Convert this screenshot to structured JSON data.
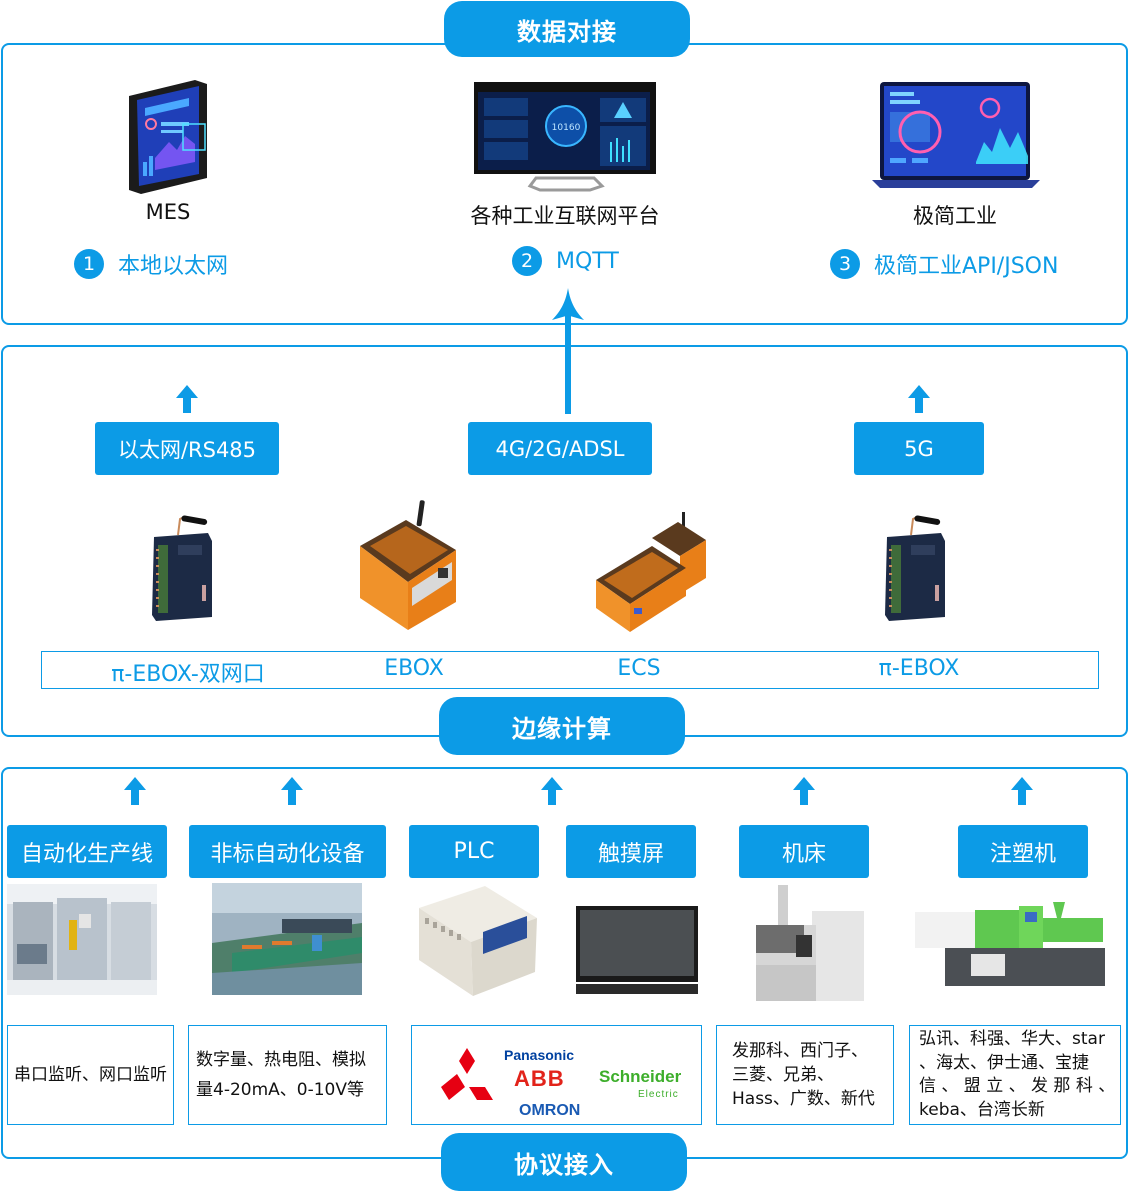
{
  "sections": {
    "top_title": "数据对接",
    "middle_title": "边缘计算",
    "bottom_title": "协议接入"
  },
  "platforms": [
    {
      "name": "MES",
      "icon": "tablet-dashboard-icon",
      "number": "1",
      "connection": "本地以太网"
    },
    {
      "name": "各种工业互联网平台",
      "icon": "monitor-dashboard-icon",
      "number": "2",
      "connection": "MQTT"
    },
    {
      "name": "极简工业",
      "icon": "laptop-dashboard-icon",
      "number": "3",
      "connection": "极简工业API/JSON"
    }
  ],
  "network_tags": [
    "以太网/RS485",
    "4G/2G/ADSL",
    "5G"
  ],
  "edge_devices": [
    "π-EBOX-双网口",
    "EBOX",
    "ECS",
    "π-EBOX"
  ],
  "sources": [
    {
      "label": "自动化生产线",
      "image": "production-line-photo"
    },
    {
      "label": "非标自动化设备",
      "image": "assembly-line-photo"
    },
    {
      "label": "PLC",
      "image": "plc-device-photo"
    },
    {
      "label": "触摸屏",
      "image": "touchscreen-photo"
    },
    {
      "label": "机床",
      "image": "machine-tool-photo"
    },
    {
      "label": "注塑机",
      "image": "injection-molding-machine-photo"
    }
  ],
  "protocol_boxes": {
    "serial": "串口监听、网口监听",
    "analog": [
      "数字量、热电阻、模拟",
      "量4-20mA、0-10V等"
    ],
    "brands": {
      "mitsubishi": "Mitsubishi",
      "panasonic": "Panasonic",
      "abb": "ABB",
      "omron": "OMRON",
      "schneider": "Schneider",
      "schneider_sub": "Electric"
    },
    "cnc": [
      "发那科、西门子、",
      "三菱、兄弟、",
      "Hass、广数、新代"
    ],
    "injection": [
      "弘讯、科强、华大、star",
      "、海太、伊士通、宝捷",
      "信 、 盟 立 、 发 那 科 、",
      "keba、台湾长新"
    ]
  },
  "colors": {
    "accent": "#0c9be6",
    "mitsubishi_red": "#e60012",
    "panasonic_blue": "#0041a0",
    "abb_red": "#e2231a",
    "omron_blue": "#1a5ab3",
    "schneider_green": "#3dae2b"
  }
}
